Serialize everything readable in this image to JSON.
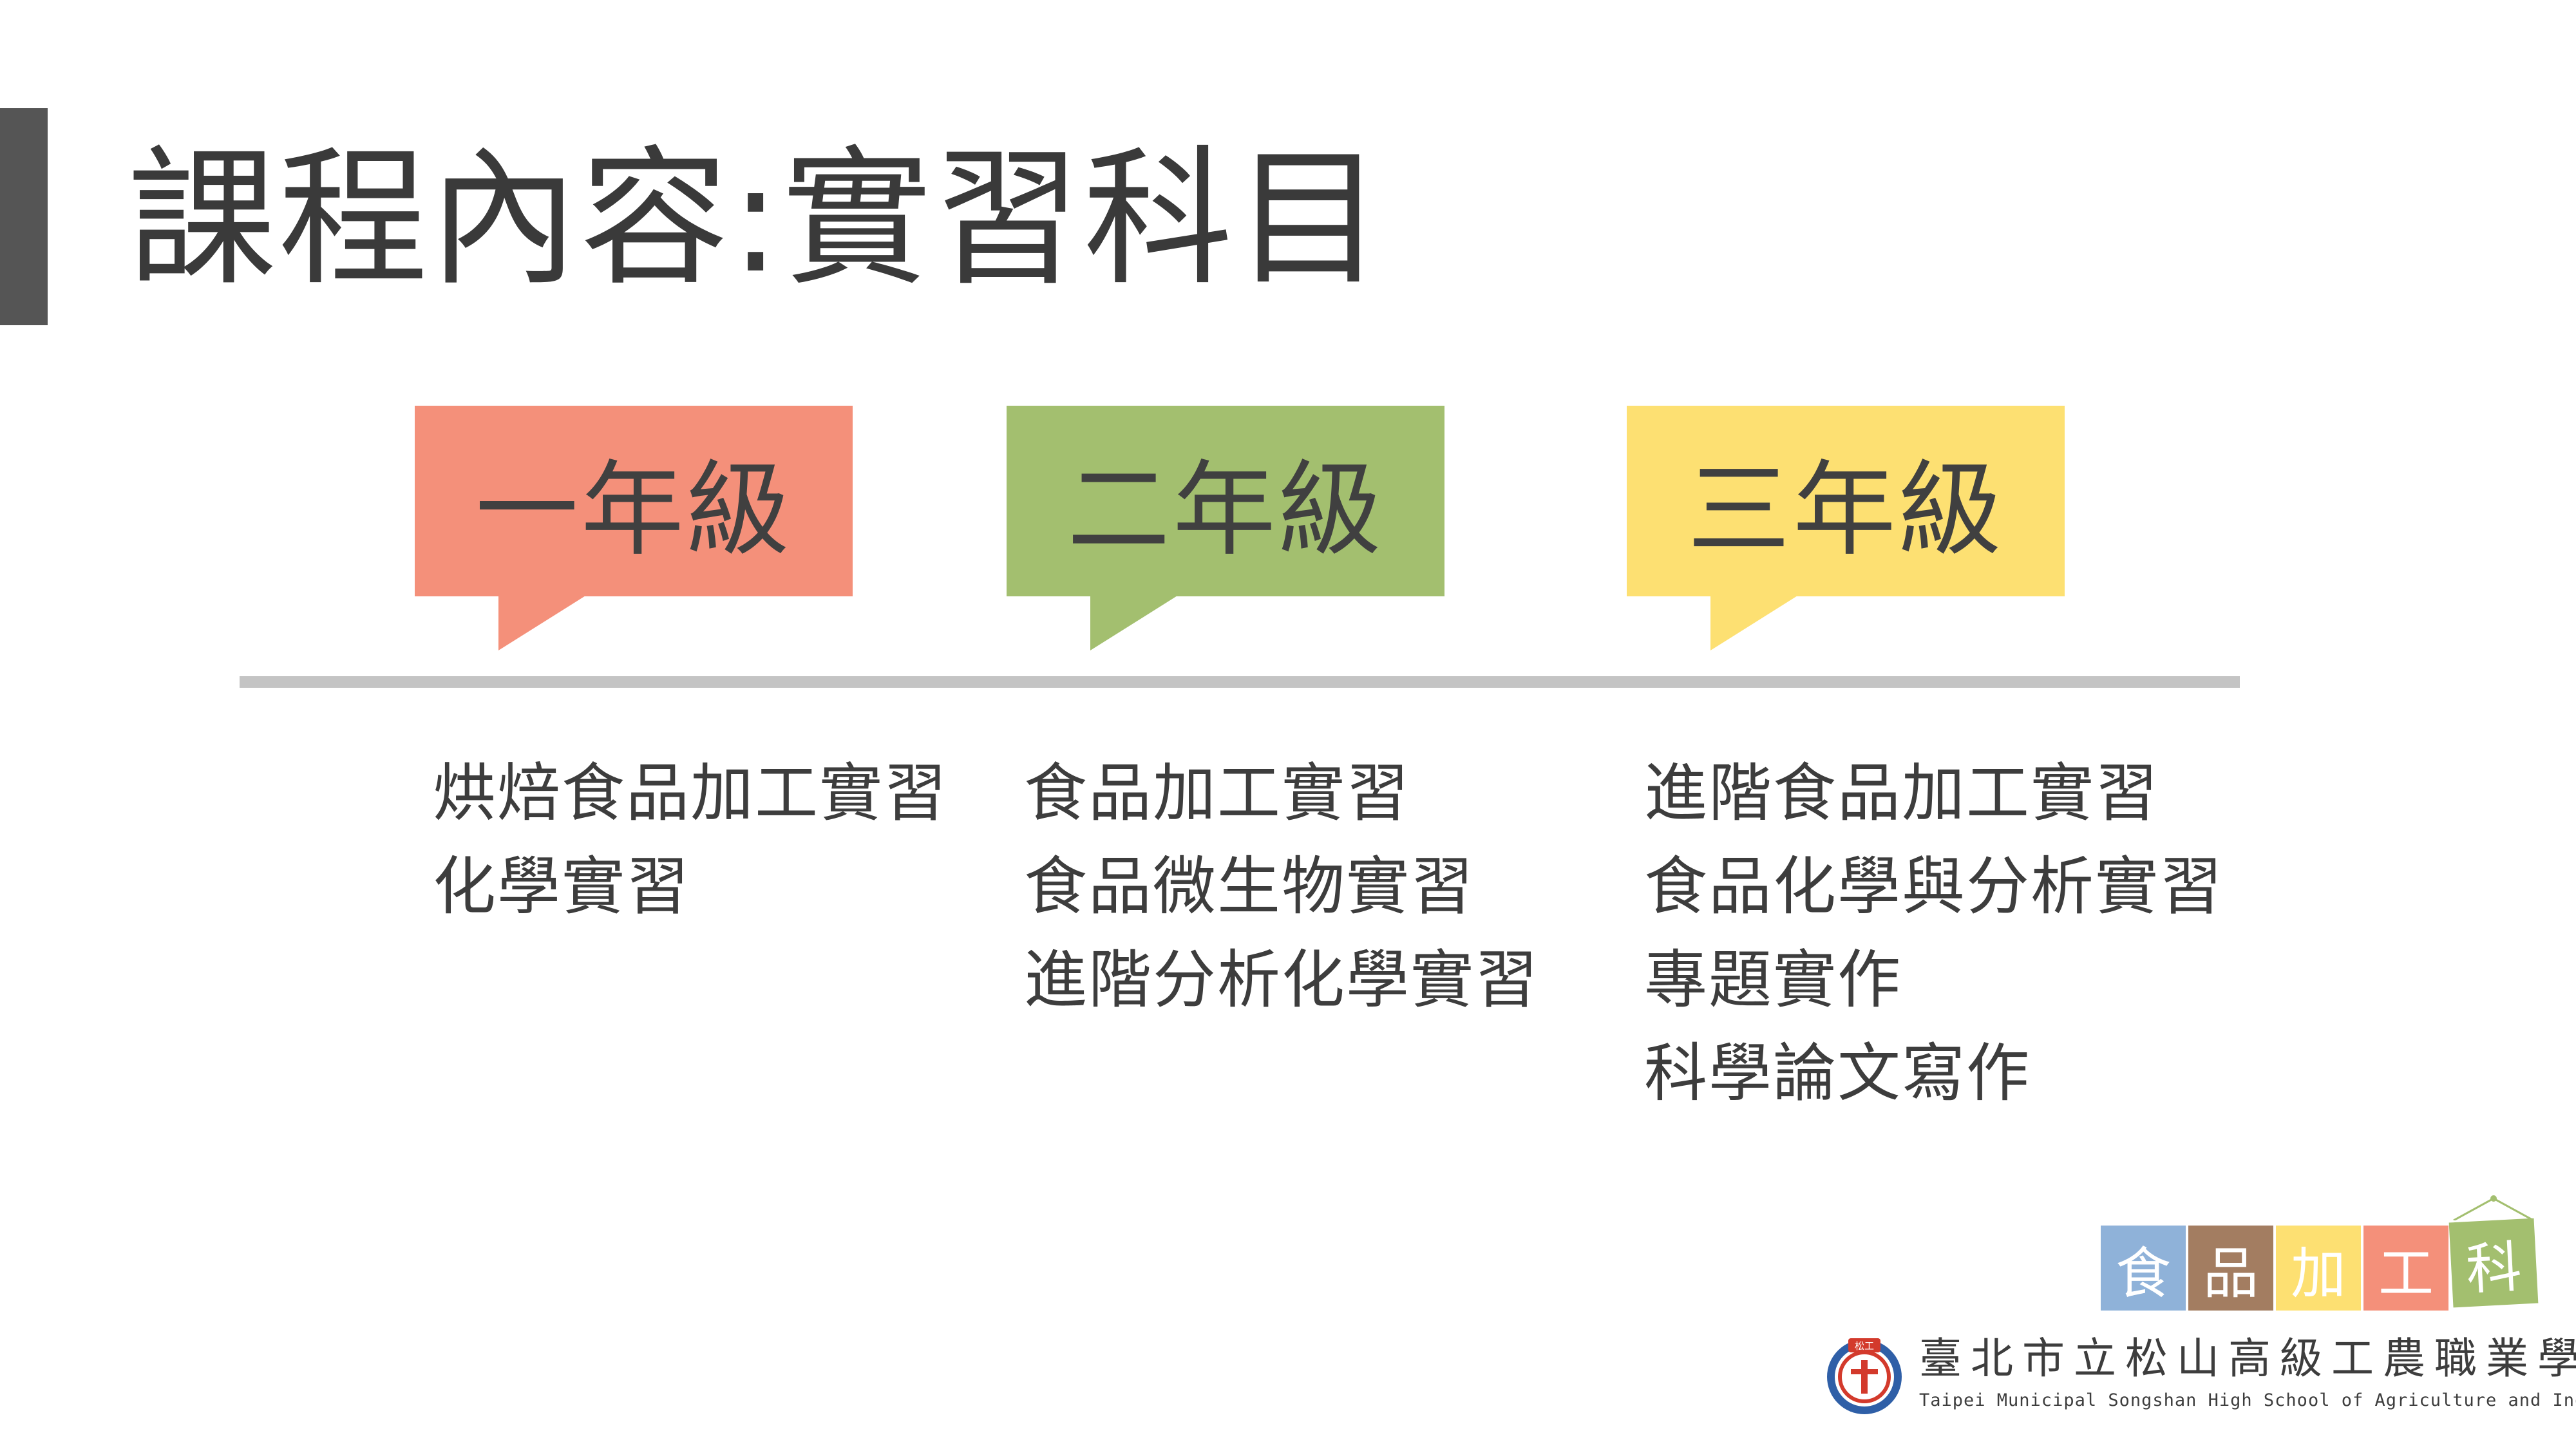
{
  "slide": {
    "title": "課程內容:實習科目"
  },
  "grades": [
    {
      "label": "一年級",
      "color": "#f4907a",
      "courses": [
        "烘焙食品加工實習",
        "化學實習"
      ]
    },
    {
      "label": "二年級",
      "color": "#a3bf6f",
      "courses": [
        "食品加工實習",
        "食品微生物實習",
        "進階分析化學實習"
      ]
    },
    {
      "label": "三年級",
      "color": "#fde072",
      "courses": [
        "進階食品加工實習",
        "食品化學與分析實習",
        "專題實作",
        "科學論文寫作"
      ]
    }
  ],
  "dept_logo": {
    "tiles": [
      {
        "char": "食",
        "color": "#8fb2d9"
      },
      {
        "char": "品",
        "color": "#a37d61"
      },
      {
        "char": "加",
        "color": "#fde072"
      },
      {
        "char": "工",
        "color": "#f4907a"
      },
      {
        "char": "科",
        "color": "#a3bf6f"
      }
    ]
  },
  "school": {
    "name": "臺北市立松山高級工農職業學校",
    "name_en": "Taipei Municipal Songshan High School of Agriculture and Industry",
    "emblem_text": "松工"
  }
}
